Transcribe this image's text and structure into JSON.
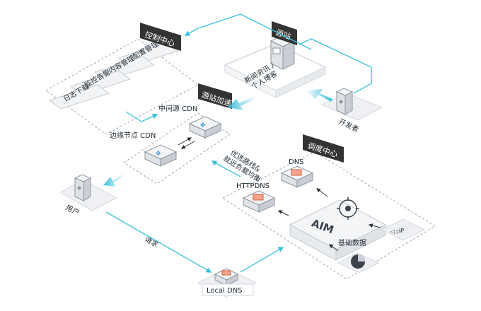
{
  "control_center": {
    "title": "控制中心",
    "items": [
      "配置管理",
      "内容管理",
      "监控告警",
      "日志下载"
    ]
  },
  "origin": {
    "title": "源站",
    "content_line1": "新闻资讯 /",
    "content_line2": "个人博客"
  },
  "developer": {
    "label": "开发者"
  },
  "acceleration": {
    "title": "源站加速",
    "mid_cdn": "中间源 CDN",
    "edge_cdn": "边缘节点 CDN"
  },
  "scheduling": {
    "title": "调度中心",
    "dns": "DNS",
    "httpdns": "HTTPDNS",
    "aim": "AIM",
    "basic_data": "基础数据",
    "ip_label": "IP",
    "optimal_line1": "优选路线&",
    "optimal_line2": "就近负载均衡"
  },
  "user": {
    "label": "用户",
    "request": "请求"
  },
  "local_dns": {
    "label": "Local DNS"
  },
  "colors": {
    "arrow_cyan": "#3cc0dc",
    "tag_dark": "#333333",
    "text_dark": "#1e2a33",
    "box_border": "#9aa3ab",
    "box_fill": "#eef0f3"
  }
}
